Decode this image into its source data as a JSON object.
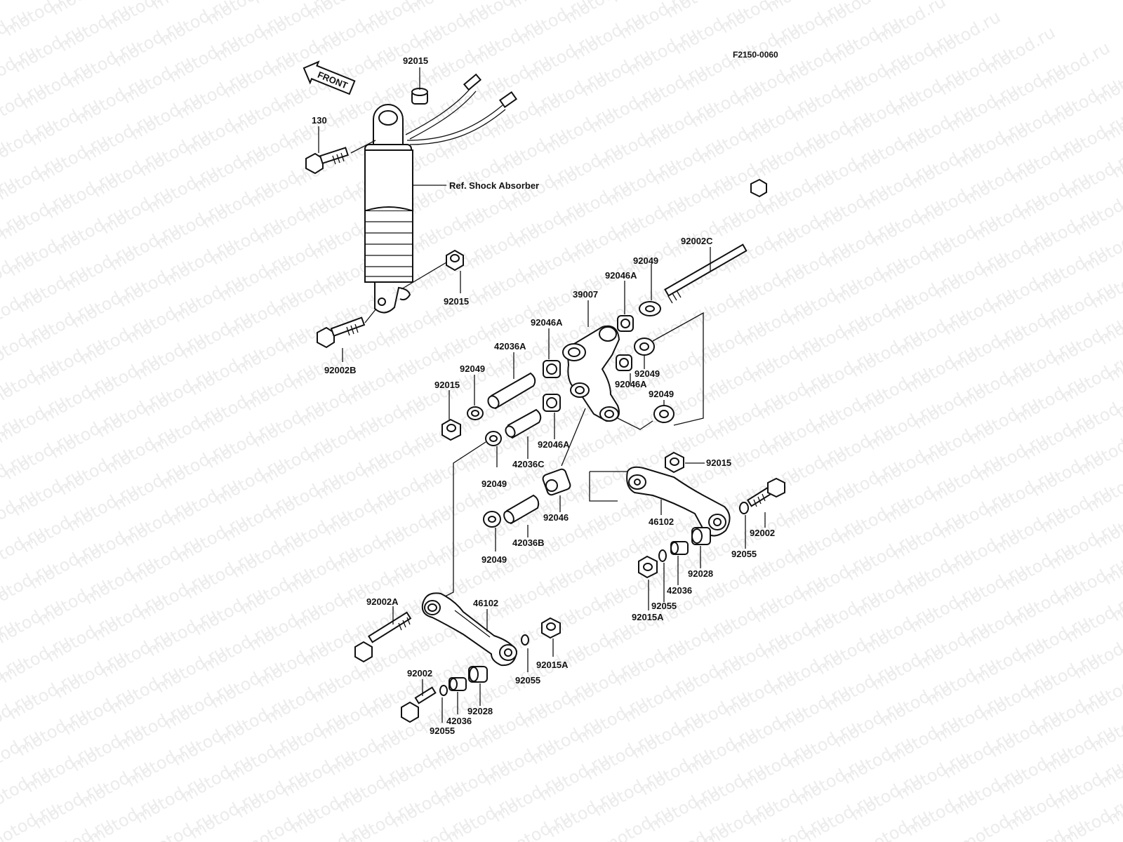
{
  "diagram": {
    "code": "F2150-0060",
    "front_label": "FRONT",
    "ref_label": "Ref. Shock Absorber",
    "watermark": "motod.ru",
    "labels": [
      {
        "id": "92015-top",
        "text": "92015"
      },
      {
        "id": "130",
        "text": "130"
      },
      {
        "id": "92015-shock",
        "text": "92015"
      },
      {
        "id": "92002b",
        "text": "92002B"
      },
      {
        "id": "92002c",
        "text": "92002C"
      },
      {
        "id": "92049-a",
        "text": "92049"
      },
      {
        "id": "92046a-a",
        "text": "92046A"
      },
      {
        "id": "39007",
        "text": "39007"
      },
      {
        "id": "92046a-b",
        "text": "92046A"
      },
      {
        "id": "42036a",
        "text": "42036A"
      },
      {
        "id": "92049-b",
        "text": "92049"
      },
      {
        "id": "92015-c",
        "text": "92015"
      },
      {
        "id": "92049-c",
        "text": "92049"
      },
      {
        "id": "92046a-c",
        "text": "92046A"
      },
      {
        "id": "92049-d",
        "text": "92049"
      },
      {
        "id": "92046a-d",
        "text": "92046A"
      },
      {
        "id": "42036c",
        "text": "42036C"
      },
      {
        "id": "92049-e",
        "text": "92049"
      },
      {
        "id": "92015-d",
        "text": "92015"
      },
      {
        "id": "92046",
        "text": "92046"
      },
      {
        "id": "42036b",
        "text": "42036B"
      },
      {
        "id": "92049-f",
        "text": "92049"
      },
      {
        "id": "46102-r",
        "text": "46102"
      },
      {
        "id": "92002-r",
        "text": "92002"
      },
      {
        "id": "92055-r1",
        "text": "92055"
      },
      {
        "id": "92028-r",
        "text": "92028"
      },
      {
        "id": "42036-r",
        "text": "42036"
      },
      {
        "id": "92055-r2",
        "text": "92055"
      },
      {
        "id": "92015a-r",
        "text": "92015A"
      },
      {
        "id": "92002a",
        "text": "92002A"
      },
      {
        "id": "46102-l",
        "text": "46102"
      },
      {
        "id": "92015a-l",
        "text": "92015A"
      },
      {
        "id": "92055-l1",
        "text": "92055"
      },
      {
        "id": "92002-l",
        "text": "92002"
      },
      {
        "id": "92028-l",
        "text": "92028"
      },
      {
        "id": "42036-l",
        "text": "42036"
      },
      {
        "id": "92055-l2",
        "text": "92055"
      }
    ]
  }
}
